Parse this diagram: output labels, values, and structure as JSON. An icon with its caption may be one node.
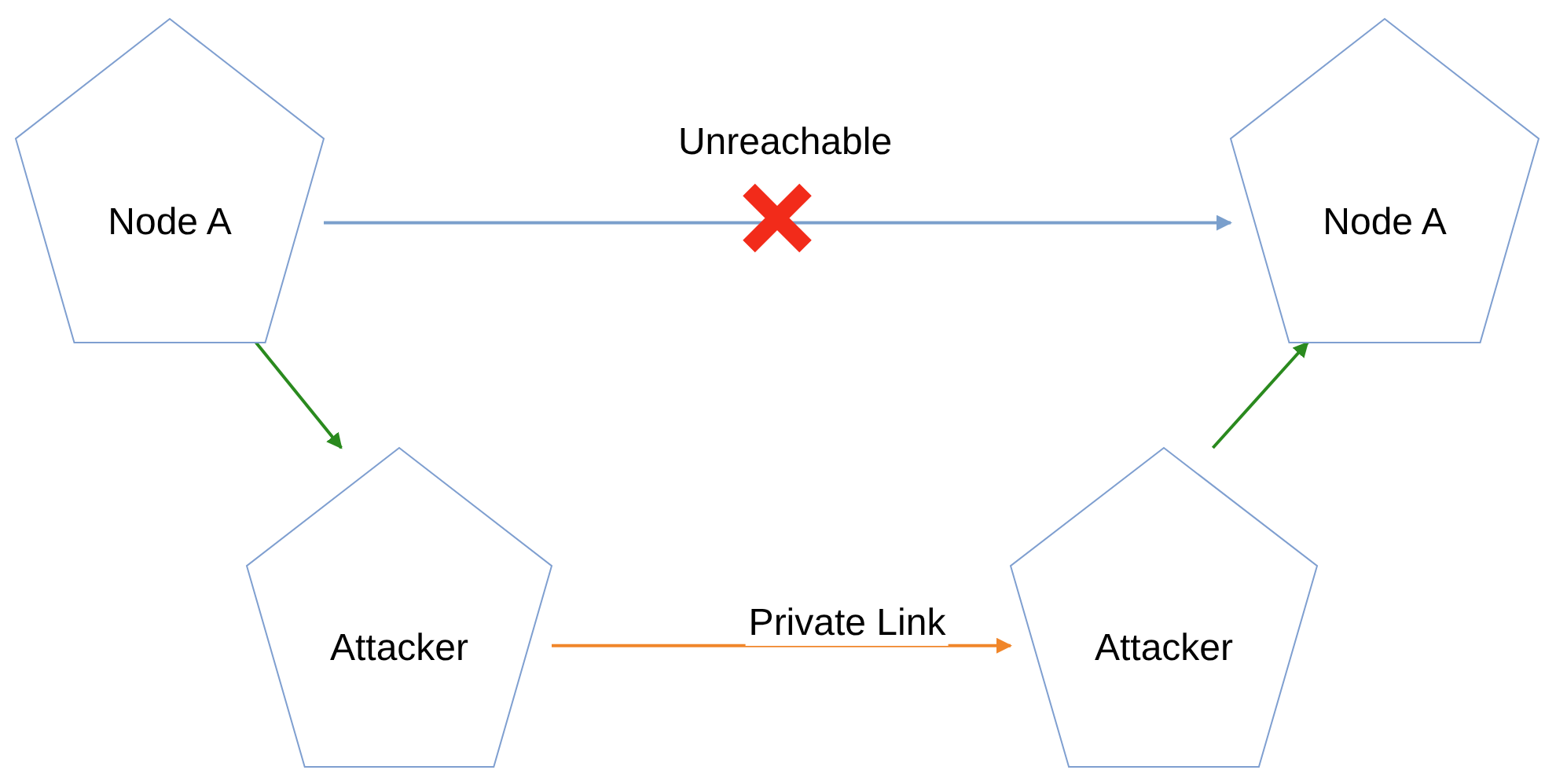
{
  "diagram": {
    "nodes": [
      {
        "text": [
          "Node A"
        ]
      },
      {
        "text": [
          "Node A"
        ]
      },
      {
        "text": [
          "Attacker"
        ]
      },
      {
        "text": [
          "Attacker"
        ]
      }
    ],
    "edges": [
      {
        "from": 0,
        "to": 1,
        "arrow": "to",
        "label": "Unreachable",
        "color": "#7a9fcc"
      },
      {
        "from": 0,
        "to": 2,
        "arrow": "to"
      },
      {
        "from": 2,
        "to": 3,
        "arrow": "to",
        "label": "Private Link",
        "color": "#f0862a"
      },
      {
        "from": 3,
        "to": 1,
        "arrow": "to"
      }
    ]
  }
}
